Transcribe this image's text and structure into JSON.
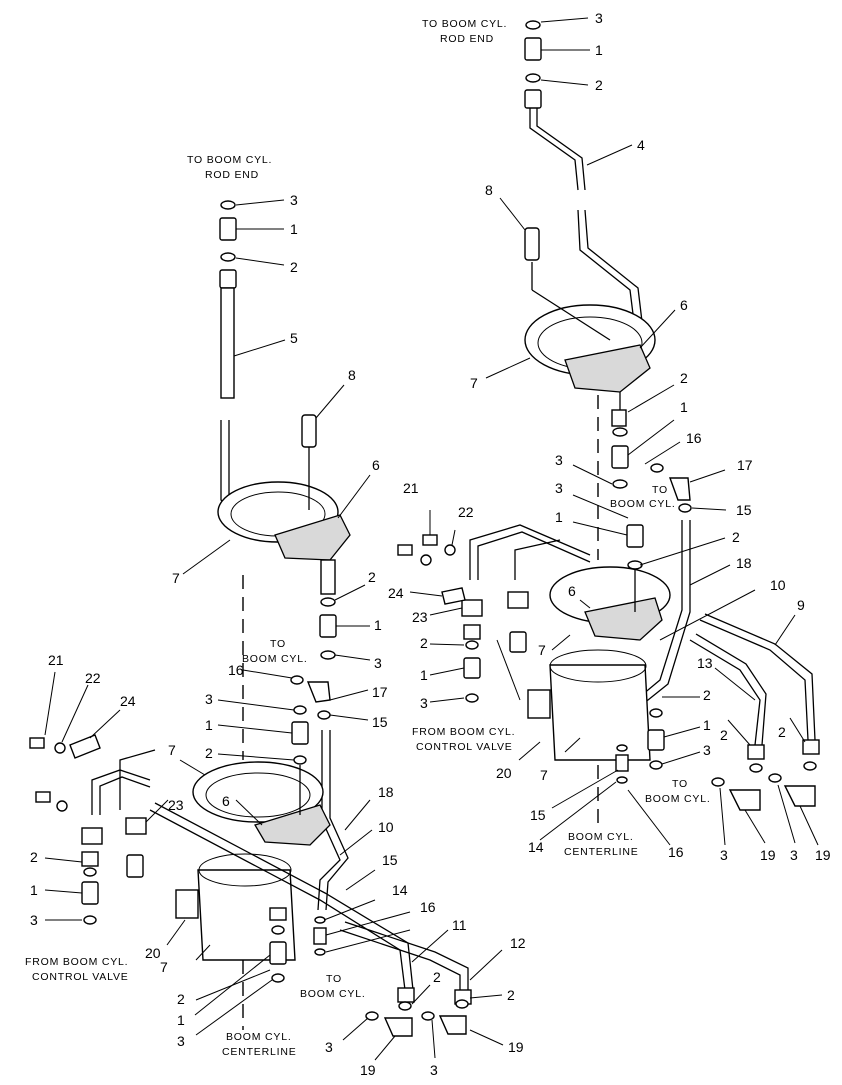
{
  "notes": {
    "to_rod_end_line1": "TO BOOM CYL.",
    "to_rod_end_line2": "ROD END",
    "to_boom_cyl_line1": "TO",
    "to_boom_cyl_line2": "BOOM CYL.",
    "from_valve_line1": "FROM BOOM CYL.",
    "from_valve_line2": "CONTROL VALVE",
    "centerline_line1": "BOOM CYL.",
    "centerline_line2": "CENTERLINE"
  },
  "callouts": {
    "c1": "1",
    "c2": "2",
    "c3": "3",
    "c4": "4",
    "c5": "5",
    "c6": "6",
    "c7": "7",
    "c8": "8",
    "c9": "9",
    "c10": "10",
    "c11": "11",
    "c12": "12",
    "c13": "13",
    "c14": "14",
    "c15": "15",
    "c16": "16",
    "c17": "17",
    "c18": "18",
    "c19": "19",
    "c20": "20",
    "c21": "21",
    "c22": "22",
    "c23": "23",
    "c24": "24"
  }
}
